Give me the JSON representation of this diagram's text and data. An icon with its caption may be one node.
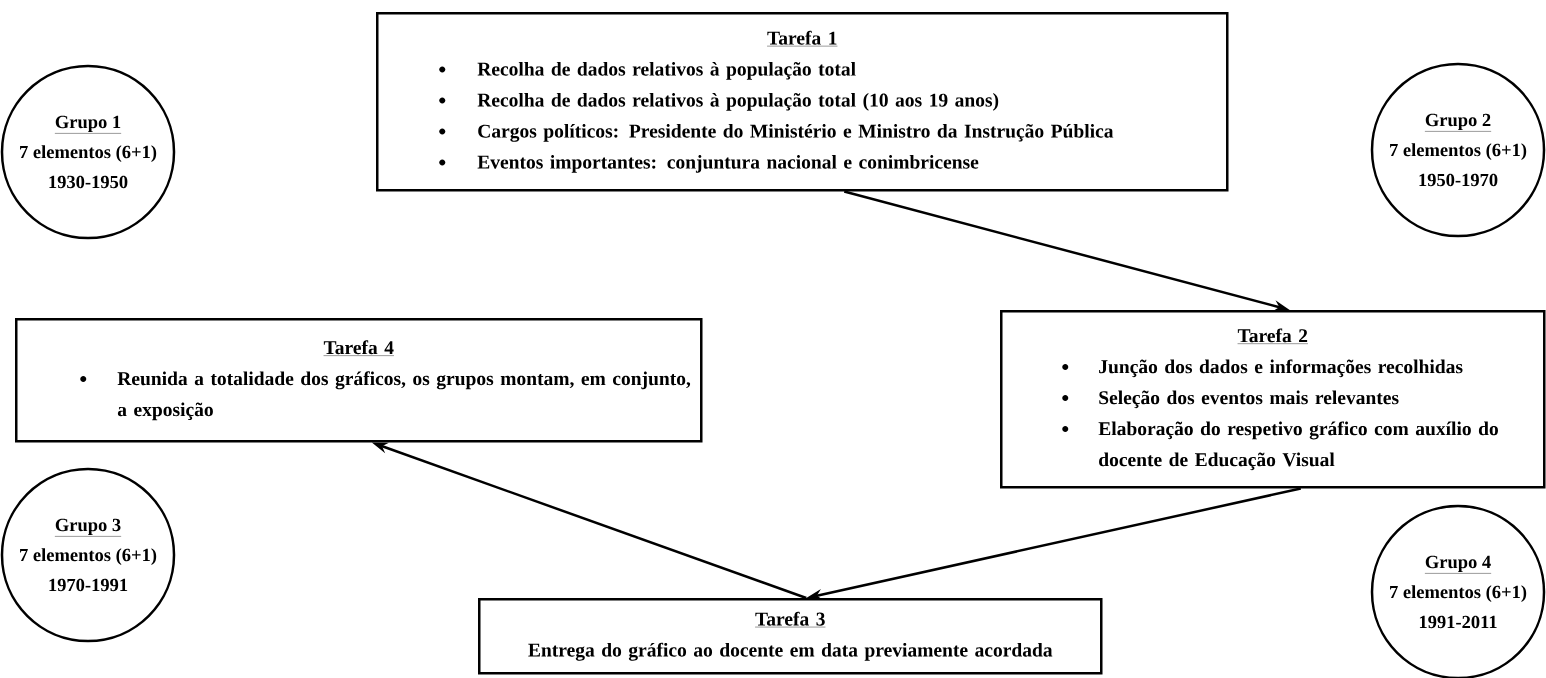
{
  "diagram": {
    "nodes": [
      {
        "text": [
          "Grupo 1",
          "7 elementos (6+1)",
          "1930-1950"
        ]
      },
      {
        "text": [
          "Tarefa 1",
          "Recolha de dados relativos à população total",
          "Recolha de dados relativos à população total (10 aos 19 anos)",
          "Cargos políticos: Presidente do Ministério e Ministro da Instrução Pública",
          "Eventos importantes: conjuntura nacional e conimbricense"
        ]
      },
      {
        "text": [
          "Grupo 2",
          "7 elementos (6+1)",
          "1950-1970"
        ]
      },
      {
        "text": [
          "Tarefa 4",
          "Reunida a totalidade dos gráficos, os grupos montam, em conjunto, a exposição"
        ]
      },
      {
        "text": [
          "Tarefa 2",
          "Junção dos dados e informações recolhidas",
          "Seleção dos eventos mais relevantes",
          "Elaboração do respetivo gráfico com auxílio do docente de Educação Visual"
        ]
      },
      {
        "text": [
          "Grupo 3",
          "7 elementos (6+1)",
          "1970-1991"
        ]
      },
      {
        "text": [
          "Tarefa 3",
          "Entrega do gráfico ao docente em data previamente acordada"
        ]
      },
      {
        "text": [
          "Grupo 4",
          "7 elementos (6+1)",
          "1991-2011"
        ]
      }
    ],
    "edges": [
      {
        "from": 1,
        "to": 4,
        "arrow": "to"
      },
      {
        "from": 4,
        "to": 6,
        "arrow": "to"
      },
      {
        "from": 6,
        "to": 3,
        "arrow": "to"
      }
    ]
  }
}
